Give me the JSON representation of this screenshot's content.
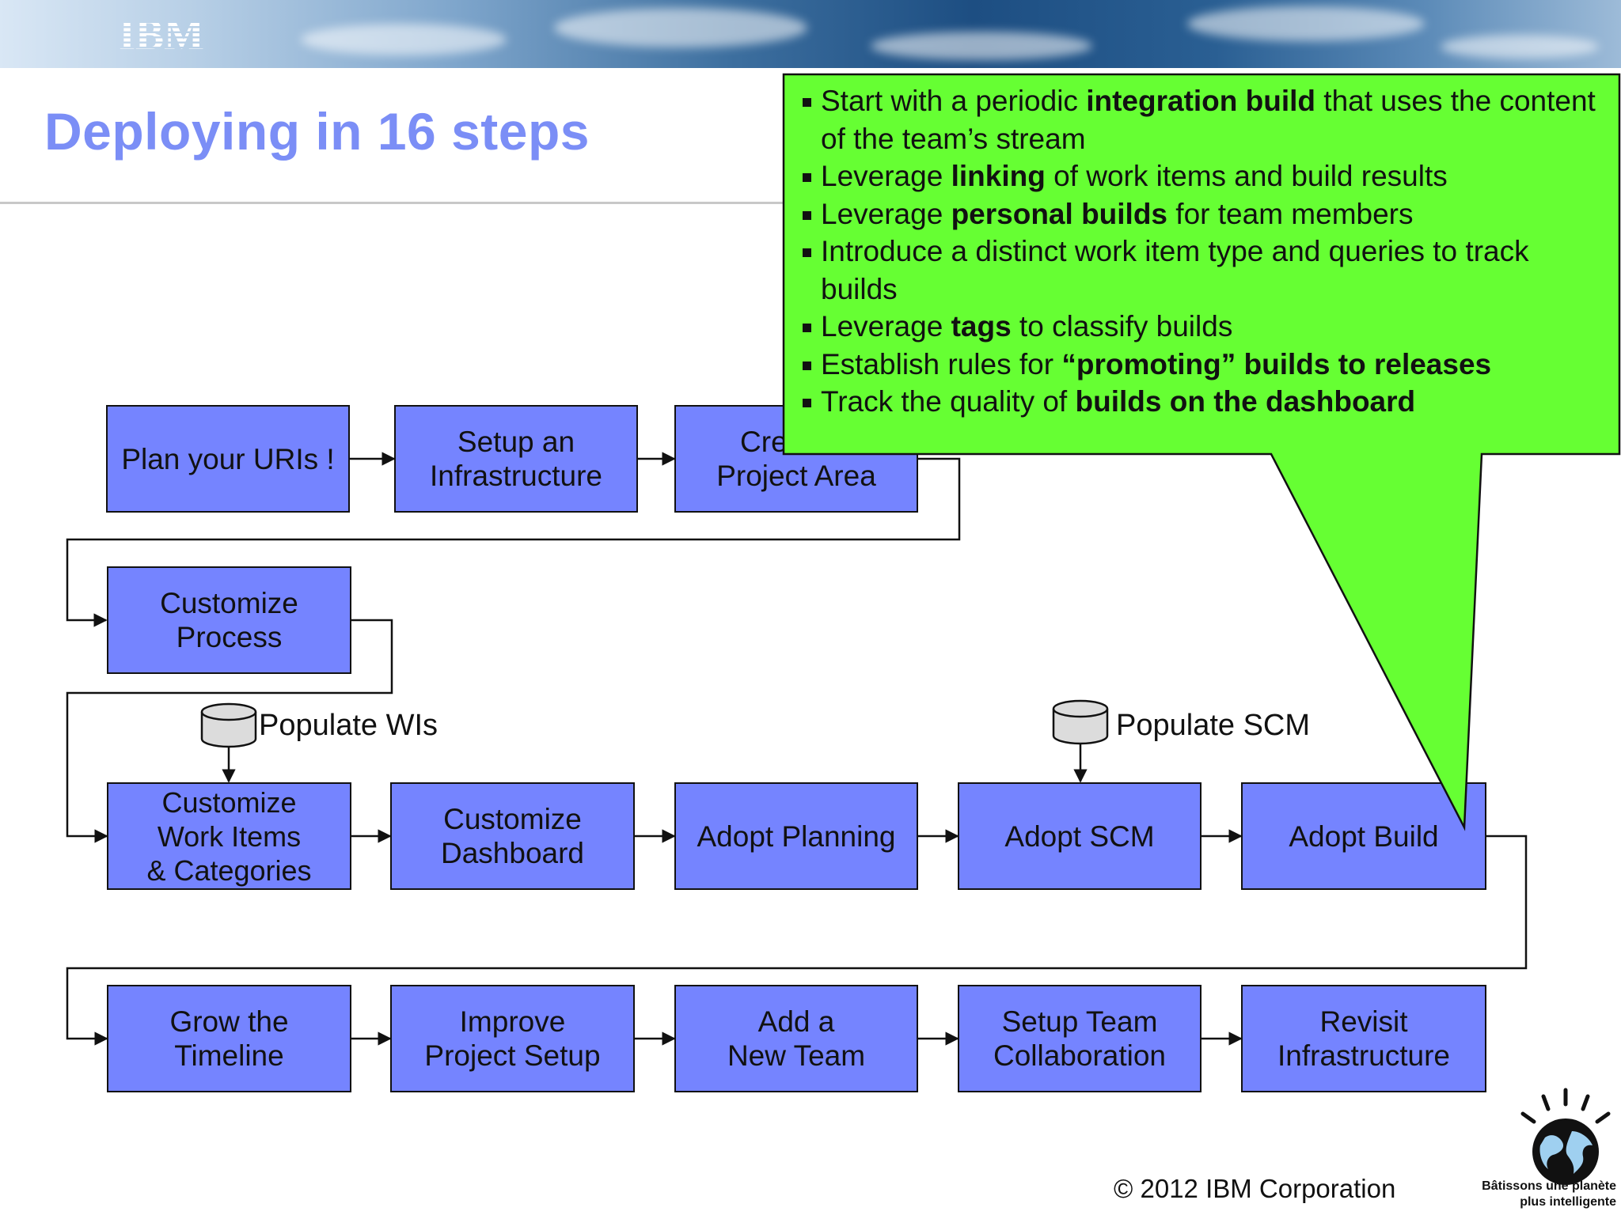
{
  "header": {
    "logo_text": "IBM",
    "title": "Deploying in 16 steps"
  },
  "colors": {
    "step_fill": "#7584ff",
    "callout_fill": "#66ff33",
    "title": "#7b8ef6"
  },
  "steps": [
    {
      "id": "plan-uris",
      "label": "Plan your URIs !"
    },
    {
      "id": "setup-infrastructure",
      "label": "Setup an\nInfrastructure"
    },
    {
      "id": "create-project-area",
      "label": "Create a\nProject Area"
    },
    {
      "id": "customize-process",
      "label": "Customize\nProcess"
    },
    {
      "id": "customize-work-items",
      "label": "Customize\nWork Items\n& Categories"
    },
    {
      "id": "customize-dashboard",
      "label": "Customize\nDashboard"
    },
    {
      "id": "adopt-planning",
      "label": "Adopt Planning"
    },
    {
      "id": "adopt-scm",
      "label": "Adopt SCM"
    },
    {
      "id": "adopt-build",
      "label": "Adopt Build"
    },
    {
      "id": "grow-timeline",
      "label": "Grow the\nTimeline"
    },
    {
      "id": "improve-project-setup",
      "label": "Improve\nProject Setup"
    },
    {
      "id": "add-new-team",
      "label": "Add a\nNew Team"
    },
    {
      "id": "setup-team-collaboration",
      "label": "Setup Team\nCollaboration"
    },
    {
      "id": "revisit-infrastructure",
      "label": "Revisit\nInfrastructure"
    }
  ],
  "data_sources": [
    {
      "id": "populate-wis",
      "label": "Populate WIs"
    },
    {
      "id": "populate-scm",
      "label": "Populate SCM"
    }
  ],
  "callout": {
    "items": [
      [
        {
          "t": "Start with a periodic "
        },
        {
          "t": "integration build",
          "b": true
        },
        {
          "t": " that uses the content of the team’s stream"
        }
      ],
      [
        {
          "t": "Leverage "
        },
        {
          "t": "linking",
          "b": true
        },
        {
          "t": " of work items and build results"
        }
      ],
      [
        {
          "t": "Leverage "
        },
        {
          "t": "personal builds",
          "b": true
        },
        {
          "t": " for team members"
        }
      ],
      [
        {
          "t": "Introduce a distinct work item type and queries to track builds"
        }
      ],
      [
        {
          "t": "Leverage "
        },
        {
          "t": "tags",
          "b": true
        },
        {
          "t": " to classify builds"
        }
      ],
      [
        {
          "t": "Establish rules for "
        },
        {
          "t": "“promoting” builds to releases",
          "b": true
        }
      ],
      [
        {
          "t": "Track the quality of "
        },
        {
          "t": "builds on the dashboard",
          "b": true
        }
      ]
    ]
  },
  "footer": {
    "copyright": "© 2012 IBM Corporation",
    "tagline_line1": "Bâtissons une planète",
    "tagline_line2": "plus intelligente"
  }
}
